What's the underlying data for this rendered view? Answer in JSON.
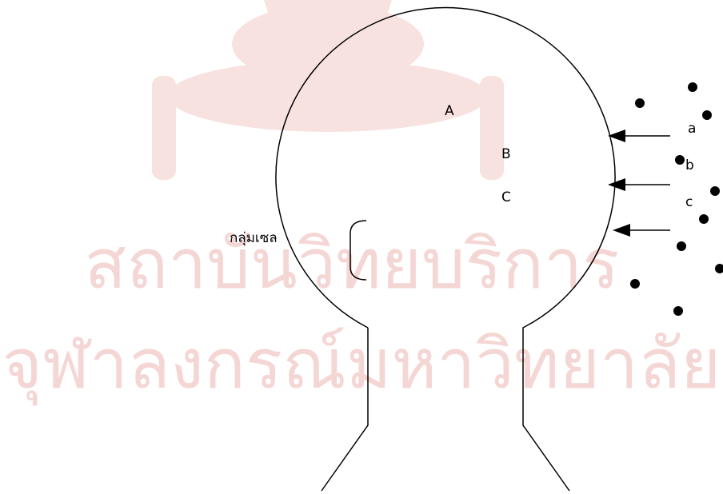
{
  "watermark": {
    "line1": "สถาบันวิทยบริการ",
    "line2": "จุฬาลงกรณ์มหาวิทยาลัย"
  },
  "labels": {
    "region_a": "A",
    "region_b": "B",
    "region_c": "C",
    "arrow_a": "a",
    "arrow_b": "b",
    "arrow_c": "c",
    "cell_group": "กลุ่มเซล"
  }
}
